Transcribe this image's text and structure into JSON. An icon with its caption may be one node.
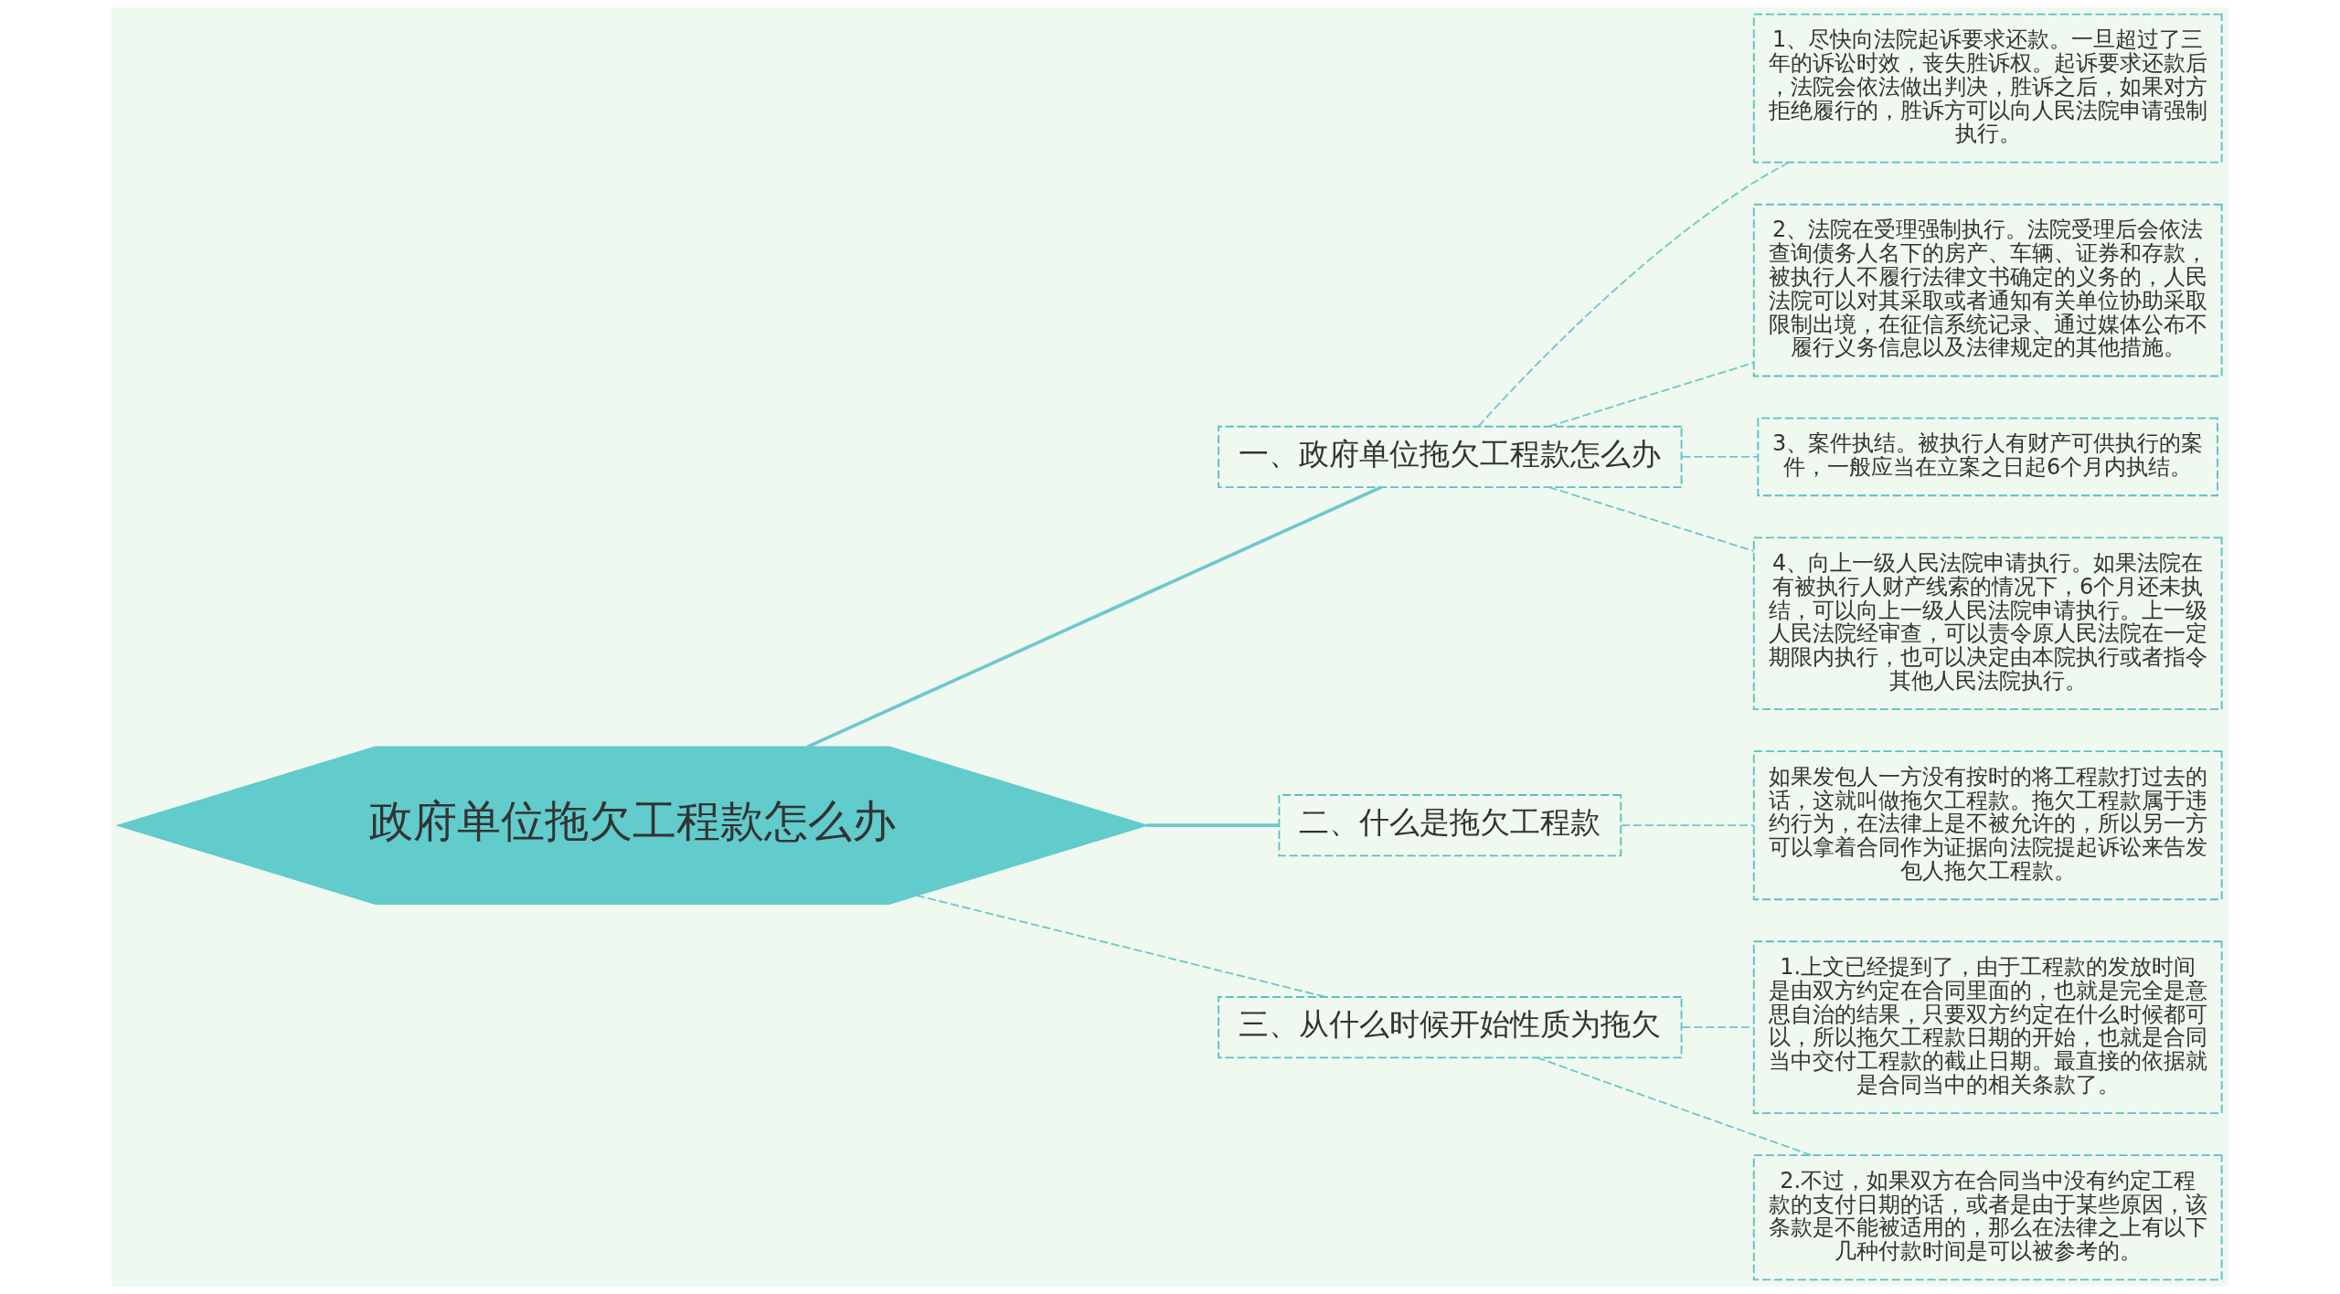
{
  "diagram": {
    "nodes": [
      {
        "text": [
          "政府单位拖欠工程款怎么办"
        ]
      },
      {
        "text": [
          "一、政府单位拖欠工程款怎么办"
        ]
      },
      {
        "text": [
          "1、尽快向法院起诉要求还款。一旦超过了三年的诉讼时效，丧失胜诉权。起诉要求还款后，法院会依法做出判决，胜诉之后，如果对方拒绝履行的，胜诉方可以向人民法院申请强制执行。"
        ]
      },
      {
        "text": [
          "2、法院在受理强制执行。法院受理后会依法查询债务人名下的房产、车辆、证券和存款，被执行人不履行法律文书确定的义务的，人民法院可以对其采取或者通知有关单位协助采取限制出境，在征信系统记录、通过媒体公布不履行义务信息以及法律规定的其他措施。"
        ]
      },
      {
        "text": [
          "3、案件执结。被执行人有财产可供执行的案件，一般应当在立案之日起6个月内执结。"
        ]
      },
      {
        "text": [
          "4、向上一级人民法院申请执行。如果法院在有被执行人财产线索的情况下，6个月还未执结，可以向上一级人民法院申请执行。上一级人民法院经审查，可以责令原人民法院在一定期限内执行，也可以决定由本院执行或者指令其他人民法院执行。"
        ]
      },
      {
        "text": [
          "二、什么是拖欠工程款"
        ]
      },
      {
        "text": [
          "如果发包人一方没有按时的将工程款打过去的话，这就叫做拖欠工程款。拖欠工程款属于违约行为，在法律上是不被允许的，所以另一方可以拿着合同作为证据向法院提起诉讼来告发包人拖欠工程款。"
        ]
      },
      {
        "text": [
          "三、从什么时候开始性质为拖欠"
        ]
      },
      {
        "text": [
          "1.上文已经提到了，由于工程款的发放时间是由双方约定在合同里面的，也就是完全是意思自治的结果，只要双方约定在什么时候都可以，所以拖欠工程款日期的开始，也就是合同当中交付工程款的截止日期。最直接的依据就是合同当中的相关条款了。"
        ]
      },
      {
        "text": [
          "2.不过，如果双方在合同当中没有约定工程款的支付日期的话，或者是由于某些原因，该条款是不能被适用的，那么在法律之上有以下几种付款时间是可以被参考的。"
        ]
      }
    ],
    "edges": [
      {
        "from": 0,
        "to": 1,
        "arrow": "none"
      },
      {
        "from": 1,
        "to": 2,
        "arrow": "none",
        "style": "dashed"
      },
      {
        "from": 1,
        "to": 3,
        "arrow": "none",
        "style": "dashed"
      },
      {
        "from": 1,
        "to": 4,
        "arrow": "none",
        "style": "dashed"
      },
      {
        "from": 1,
        "to": 5,
        "arrow": "none",
        "style": "dashed"
      },
      {
        "from": 0,
        "to": 6,
        "arrow": "none"
      },
      {
        "from": 6,
        "to": 7,
        "arrow": "none",
        "style": "dashed"
      },
      {
        "from": 0,
        "to": 8,
        "arrow": "none",
        "style": "dashed"
      },
      {
        "from": 8,
        "to": 9,
        "arrow": "none",
        "style": "dashed"
      },
      {
        "from": 8,
        "to": 10,
        "arrow": "none",
        "style": "dashed"
      }
    ]
  }
}
